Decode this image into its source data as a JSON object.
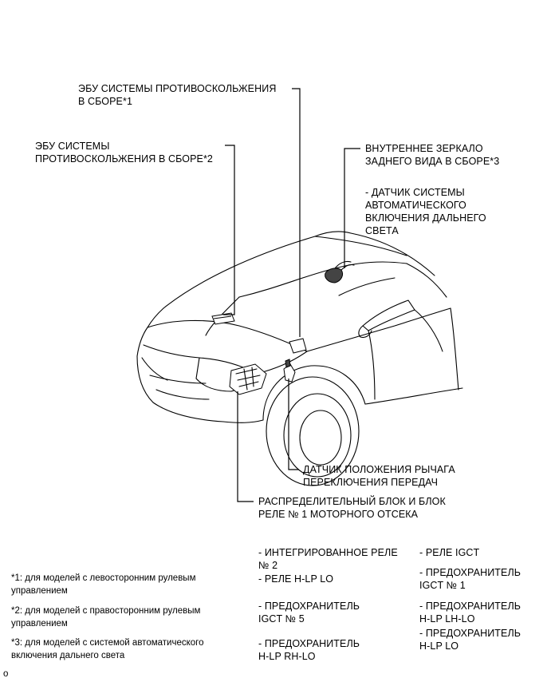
{
  "labels": {
    "ecu1": "ЭБУ СИСТЕМЫ ПРОТИВОСКОЛЬЖЕНИЯ\nВ СБОРЕ*1",
    "ecu2": "ЭБУ СИСТЕМЫ\nПРОТИВОСКОЛЬЖЕНИЯ В СБОРЕ*2",
    "mirror": "ВНУТРЕННЕЕ ЗЕРКАЛО\nЗАДНЕГО ВИДА В СБОРЕ*3",
    "mirror_sub": "- ДАТЧИК СИСТЕМЫ\nАВТОМАТИЧЕСКОГО\nВКЛЮЧЕНИЯ ДАЛЬНЕГО\nСВЕТА",
    "shift_sensor": "ДАТЧИК ПОЛОЖЕНИЯ РЫЧАГА\nПЕРЕКЛЮЧЕНИЯ ПЕРЕДАЧ",
    "relay_block": "РАСПРЕДЕЛИТЕЛЬНЫЙ БЛОК И БЛОК\nРЕЛЕ № 1 МОТОРНОГО ОТСЕКА"
  },
  "relay_items": {
    "col1": [
      "- ИНТЕГРИРОВАННОЕ РЕЛЕ\n№ 2",
      "- РЕЛЕ H-LP LO",
      "- ПРЕДОХРАНИТЕЛЬ\nIGCT № 5",
      "- ПРЕДОХРАНИТЕЛЬ\nH-LP RH-LO"
    ],
    "col2": [
      "- РЕЛЕ IGCT",
      "- ПРЕДОХРАНИТЕЛЬ\nIGCT № 1",
      "- ПРЕДОХРАНИТЕЛЬ\nH-LP LH-LO",
      "- ПРЕДОХРАНИТЕЛЬ\nH-LP LO"
    ]
  },
  "footnotes": [
    "*1: для моделей с левосторонним рулевым\nуправлением",
    "*2: для моделей с правосторонним рулевым\nуправлением",
    "*3: для моделей с системой автоматического\nвключения дальнего света"
  ],
  "figure_id": "o"
}
